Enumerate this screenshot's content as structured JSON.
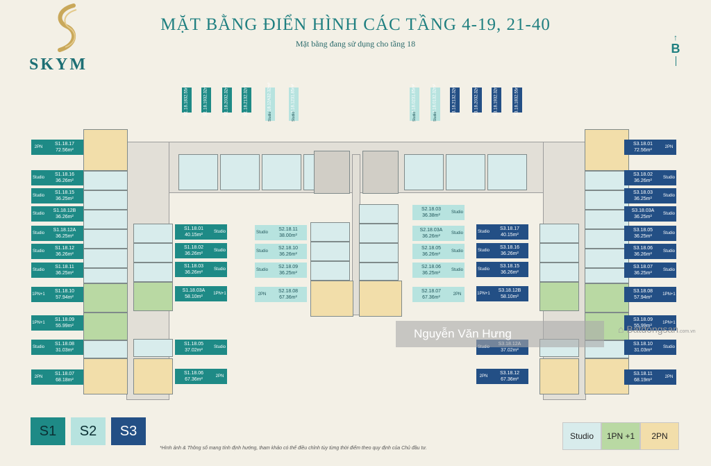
{
  "header": {
    "title": "MẶT BẰNG ĐIỂN HÌNH CÁC TẦNG 4-19, 21-40",
    "subtitle": "Mặt bằng đang sử dụng cho tầng 18",
    "logo": "SKYM",
    "compass_letter": "B"
  },
  "labels": {
    "left_outer": [
      {
        "code": "S1.18.17",
        "area": "72.56m²",
        "type": "2PN"
      },
      {
        "code": "S1.18.16",
        "area": "36.26m²",
        "type": "Studio"
      },
      {
        "code": "S1.18.15",
        "area": "36.25m²",
        "type": "Studio"
      },
      {
        "code": "S1.18.12B",
        "area": "36.26m²",
        "type": "Studio"
      },
      {
        "code": "S1.18.12A",
        "area": "36.25m²",
        "type": "Studio"
      },
      {
        "code": "S1.18.12",
        "area": "36.26m²",
        "type": "Studio"
      },
      {
        "code": "S1.18.11",
        "area": "36.25m²",
        "type": "Studio"
      },
      {
        "code": "S1.18.10",
        "area": "57.94m²",
        "type": "1PN+1"
      },
      {
        "code": "S1.18.09",
        "area": "55.99m²",
        "type": "1PN+1"
      },
      {
        "code": "S1.18.08",
        "area": "31.03m²",
        "type": "Studio"
      },
      {
        "code": "S1.18.07",
        "area": "68.18m²",
        "type": "2PN"
      }
    ],
    "left_inner": [
      {
        "code": "S1.18.01",
        "area": "40.15m²",
        "type": "Studio"
      },
      {
        "code": "S1.18.02",
        "area": "36.26m²",
        "type": "Studio"
      },
      {
        "code": "S1.18.03",
        "area": "36.26m²",
        "type": "Studio"
      },
      {
        "code": "S1.18.03A",
        "area": "58.10m²",
        "type": "1PN+1"
      },
      {
        "code": "S1.18.05",
        "area": "37.02m²",
        "type": "Studio"
      },
      {
        "code": "S1.18.06",
        "area": "67.36m²",
        "type": "2PN"
      }
    ],
    "center_left": [
      {
        "code": "S2.18.11",
        "area": "38.00m²",
        "type": "Studio"
      },
      {
        "code": "S2.18.10",
        "area": "36.26m²",
        "type": "Studio"
      },
      {
        "code": "S2.18.09",
        "area": "36.25m²",
        "type": "Studio"
      },
      {
        "code": "S2.18.08",
        "area": "67.36m²",
        "type": "2PN"
      }
    ],
    "center_right": [
      {
        "code": "S2.18.03",
        "area": "36.38m²",
        "type": "Studio"
      },
      {
        "code": "S2.18.03A",
        "area": "36.26m²",
        "type": "Studio"
      },
      {
        "code": "S2.18.05",
        "area": "36.26m²",
        "type": "Studio"
      },
      {
        "code": "S2.18.06",
        "area": "36.25m²",
        "type": "Studio"
      },
      {
        "code": "S2.18.07",
        "area": "67.36m²",
        "type": "2PN"
      }
    ],
    "right_inner": [
      {
        "code": "S3.18.17",
        "area": "40.15m²",
        "type": "Studio"
      },
      {
        "code": "S3.18.16",
        "area": "36.26m²",
        "type": "Studio"
      },
      {
        "code": "S3.18.15",
        "area": "36.26m²",
        "type": "Studio"
      },
      {
        "code": "S3.18.12B",
        "area": "58.10m²",
        "type": "1PN+1"
      },
      {
        "code": "S3.18.12A",
        "area": "37.02m²",
        "type": "Studio"
      },
      {
        "code": "S3.18.12",
        "area": "67.36m²",
        "type": "2PN"
      }
    ],
    "right_outer": [
      {
        "code": "S3.18.01",
        "area": "72.56m²",
        "type": "2PN"
      },
      {
        "code": "S3.18.02",
        "area": "36.26m²",
        "type": "Studio"
      },
      {
        "code": "S3.18.03",
        "area": "36.25m²",
        "type": "Studio"
      },
      {
        "code": "S3.18.03A",
        "area": "36.25m²",
        "type": "Studio"
      },
      {
        "code": "S3.18.05",
        "area": "36.25m²",
        "type": "Studio"
      },
      {
        "code": "S3.18.06",
        "area": "36.26m²",
        "type": "Studio"
      },
      {
        "code": "S3.18.07",
        "area": "36.25m²",
        "type": "Studio"
      },
      {
        "code": "S3.18.08",
        "area": "57.94m²",
        "type": "1PN+1"
      },
      {
        "code": "S3.18.09",
        "area": "55.99m²",
        "type": "1PN+1"
      },
      {
        "code": "S3.18.10",
        "area": "31.03m²",
        "type": "Studio"
      },
      {
        "code": "S3.18.11",
        "area": "68.19m²",
        "type": "2PN"
      }
    ],
    "top_left": [
      {
        "code": "S1.18.18",
        "area": "32.55m²",
        "type": ""
      },
      {
        "code": "S1.18.19",
        "area": "32.32m²",
        "type": ""
      },
      {
        "code": "S1.18.20",
        "area": "32.32m²",
        "type": ""
      },
      {
        "code": "S1.18.21",
        "area": "32.32m²",
        "type": ""
      },
      {
        "code": "S2.18.12A",
        "area": "32.32m²",
        "type": "Studio"
      },
      {
        "code": "S2.18.12",
        "area": "31.85m²",
        "type": "Studio"
      }
    ],
    "top_right": [
      {
        "code": "S2.18.02",
        "area": "31.85m²",
        "type": "Studio"
      },
      {
        "code": "S2.18.01",
        "area": "32.32m²",
        "type": "Studio"
      },
      {
        "code": "S3.18.21",
        "area": "32.32m²",
        "type": ""
      },
      {
        "code": "S3.18.20",
        "area": "32.32m²",
        "type": ""
      },
      {
        "code": "S3.18.19",
        "area": "32.32m²",
        "type": ""
      },
      {
        "code": "S3.18.18",
        "area": "32.55m²",
        "type": ""
      }
    ]
  },
  "legend": {
    "towers": [
      "S1",
      "S2",
      "S3"
    ],
    "types": [
      "Studio",
      "1PN +1",
      "2PN"
    ]
  },
  "note": "*Hình ảnh & Thông số mang tính định hướng, tham khảo có thể điều chỉnh tùy từng thời điểm theo quy định của Chủ đầu tư.",
  "watermark": {
    "name": "Nguyễn Văn Hưng",
    "brand": "Batdongsan",
    "brand_suffix": ".com.vn"
  },
  "colors": {
    "s1": "#1e8a86",
    "s2": "#b7e3df",
    "s3": "#234f85",
    "studio": "#d8ecec",
    "pn1": "#b9d9a3",
    "pn2": "#f2deaa"
  }
}
